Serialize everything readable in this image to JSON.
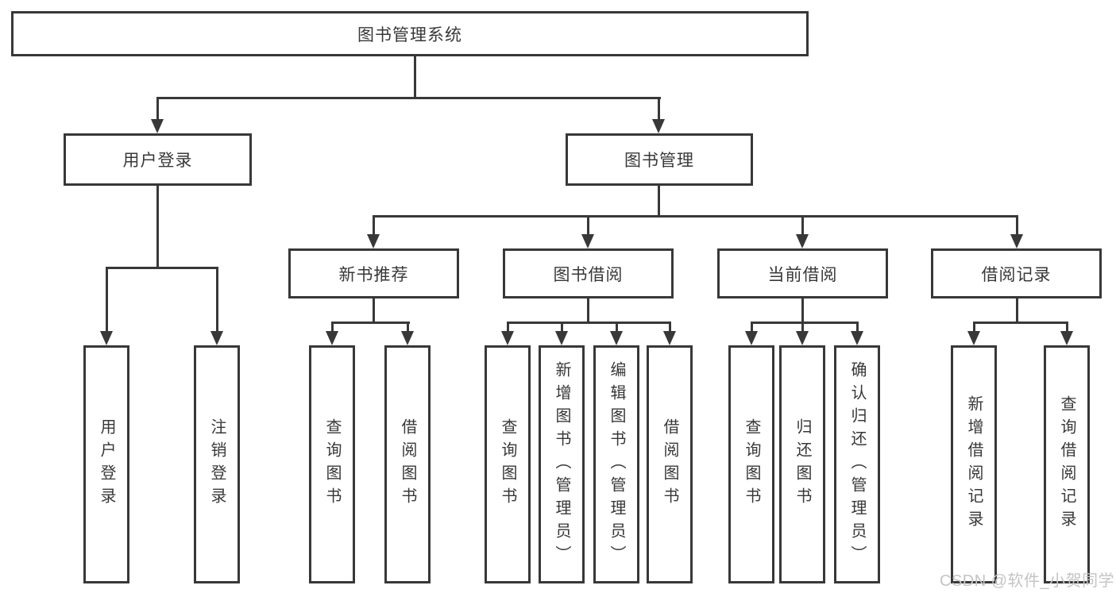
{
  "tree": {
    "label": "图书管理系统",
    "children": [
      {
        "label": "用户登录",
        "children": [
          {
            "label": "用户登录"
          },
          {
            "label": "注销登录"
          }
        ]
      },
      {
        "label": "图书管理",
        "children": [
          {
            "label": "新书推荐",
            "children": [
              {
                "label": "查询图书"
              },
              {
                "label": "借阅图书"
              }
            ]
          },
          {
            "label": "图书借阅",
            "children": [
              {
                "label": "查询图书"
              },
              {
                "label": "新增图书（管理员）"
              },
              {
                "label": "编辑图书（管理员）"
              },
              {
                "label": "借阅图书"
              }
            ]
          },
          {
            "label": "当前借阅",
            "children": [
              {
                "label": "查询图书"
              },
              {
                "label": "归还图书"
              },
              {
                "label": "确认归还（管理员）"
              }
            ]
          },
          {
            "label": "借阅记录",
            "children": [
              {
                "label": "新增借阅记录"
              },
              {
                "label": "查询借阅记录"
              }
            ]
          }
        ]
      }
    ]
  },
  "watermark": {
    "text": "CSDN @软件_小贺同学"
  },
  "colors": {
    "line": "#383838",
    "border": "#383838",
    "text": "#383838",
    "background": "#ffffff",
    "watermark": "#c4c4c4"
  }
}
